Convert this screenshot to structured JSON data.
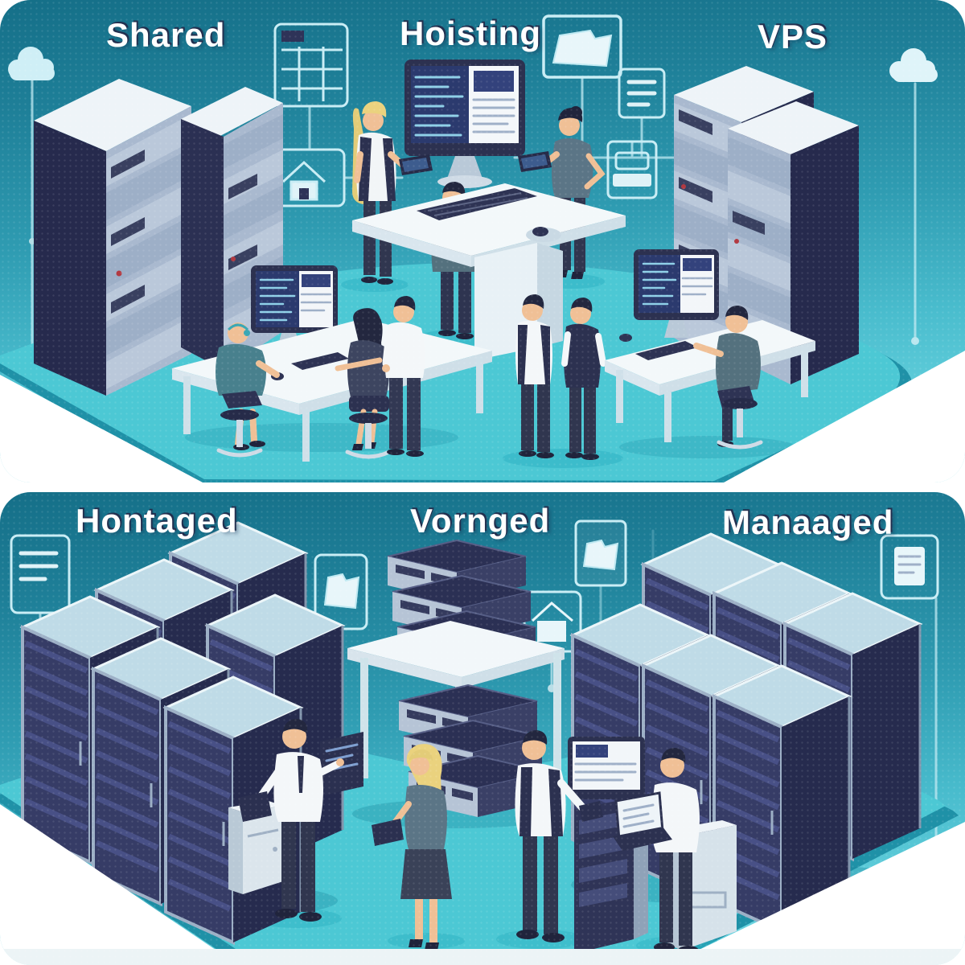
{
  "meta": {
    "description": "Isometric illustration comparing web hosting service types, with server racks, IT staff and network icons",
    "style": "isometric-tech-illustration"
  },
  "sections": {
    "top": {
      "labels": {
        "left": "Shared",
        "center": "Hoisting",
        "right": "VPS"
      }
    },
    "bottom": {
      "labels": {
        "left": "Hontaged",
        "center": "Vornged",
        "right": "Manaaged"
      }
    }
  },
  "colors": {
    "panel_teal_dark": "#156f88",
    "panel_teal_light": "#74d8e3",
    "floor": "#4cc8d4",
    "floor_edge": "#1f91a7",
    "rack_navy": "#262a4d",
    "rack_panel": "#b6c4d6",
    "cabinet_top": "#bfdbe7",
    "line_accent": "#c9edf5",
    "label_text": "#ffffff",
    "label_shadow": "#23304f",
    "background": "#ffffff"
  },
  "icons": [
    {
      "name": "cloud-icon",
      "glyph": "☁",
      "location": "top-panel-left"
    },
    {
      "name": "cloud-icon",
      "glyph": "☁",
      "location": "top-panel-right"
    },
    {
      "name": "calendar-icon",
      "glyph": "▦",
      "location": "top-panel"
    },
    {
      "name": "house-icon",
      "glyph": "⌂",
      "location": "top-panel"
    },
    {
      "name": "image-panel-icon",
      "glyph": "🗀",
      "location": "top-panel-center"
    },
    {
      "name": "document-icon",
      "glyph": "≡",
      "location": "top-panel-center"
    },
    {
      "name": "printer-icon",
      "glyph": "🖶",
      "location": "top-panel-center"
    },
    {
      "name": "document-icon",
      "glyph": "≡",
      "location": "bottom-panel-left"
    },
    {
      "name": "folder-icon",
      "glyph": "🗀",
      "location": "bottom-panel-center-left"
    },
    {
      "name": "house-icon",
      "glyph": "⌂",
      "location": "bottom-panel-center"
    },
    {
      "name": "folder-icon",
      "glyph": "🗀",
      "location": "bottom-panel-center-top"
    },
    {
      "name": "document-icon",
      "glyph": "≡",
      "location": "bottom-panel-right"
    }
  ]
}
